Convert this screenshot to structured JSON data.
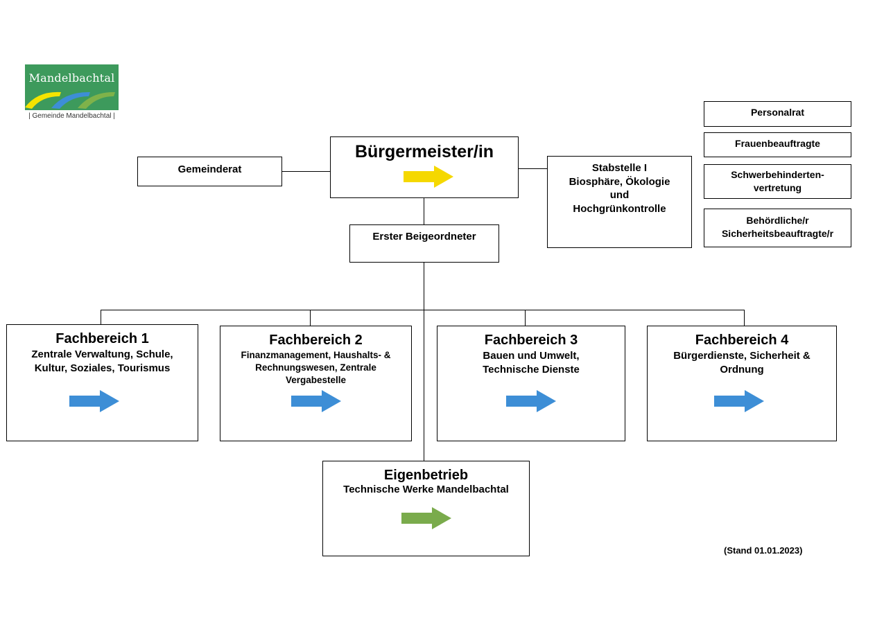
{
  "logo": {
    "name": "Mandelbachtal",
    "subtitle": "| Gemeinde Mandelbachtal |",
    "colors": [
      "#f5e400",
      "#3d8ed6",
      "#7fb24a",
      "#3d9a5c"
    ]
  },
  "mayor": {
    "title": "Bürgermeister/in",
    "arrow_color": "#f5d800"
  },
  "council": {
    "label": "Gemeinderat"
  },
  "staff_unit": {
    "lines": [
      "Stabstelle I",
      "Biosphäre, Ökologie",
      "und",
      "Hochgrünkontrolle"
    ]
  },
  "deputy": {
    "label": "Erster Beigeordneter"
  },
  "side_boxes": [
    {
      "lines": [
        "Personalrat"
      ]
    },
    {
      "lines": [
        "Frauenbeauftragte"
      ]
    },
    {
      "lines": [
        "Schwerbehinderten-",
        "vertretung"
      ]
    },
    {
      "lines": [
        "Behördliche/r",
        "Sicherheitsbeauftragte/r"
      ]
    }
  ],
  "departments": [
    {
      "title": "Fachbereich 1",
      "lines": [
        "Zentrale Verwaltung, Schule,",
        "Kultur, Soziales, Tourismus"
      ]
    },
    {
      "title": "Fachbereich 2",
      "lines": [
        "Finanzmanagement, Haushalts- &",
        "Rechnungswesen, Zentrale",
        "Vergabestelle"
      ]
    },
    {
      "title": "Fachbereich 3",
      "lines": [
        "Bauen und Umwelt,",
        "Technische Dienste"
      ]
    },
    {
      "title": "Fachbereich 4",
      "lines": [
        "Bürgerdienste, Sicherheit &",
        "Ordnung"
      ]
    }
  ],
  "department_arrow_color": "#3d8ed6",
  "enterprise": {
    "title": "Eigenbetrieb",
    "subtitle": "Technische Werke Mandelbachtal",
    "arrow_color": "#7aab4c"
  },
  "footer": {
    "stand": "(Stand 01.01.2023)"
  }
}
